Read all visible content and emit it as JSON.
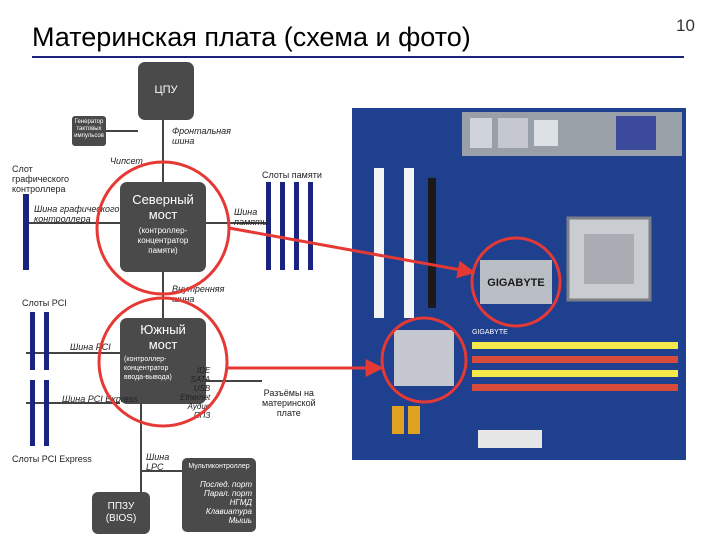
{
  "slide": {
    "title": "Материнская плата (схема и фото)",
    "number": "10"
  },
  "diagram": {
    "cpu": "ЦПУ",
    "clock_generator": [
      "Генератор",
      "тактовых",
      "импульсов"
    ],
    "front_bus": [
      "Фронтальная",
      "шина"
    ],
    "chipset": "Чипсет",
    "north_bridge": {
      "title": [
        "Северный",
        "мост"
      ],
      "subtitle": [
        "(контроллер-",
        "концентратор",
        "памяти)"
      ]
    },
    "south_bridge": {
      "title": [
        "Южный",
        "мост"
      ],
      "subtitle": [
        "(контроллер-",
        "концентратор",
        "ввода-вывода)"
      ]
    },
    "graphics_slot": [
      "Слот",
      "графического",
      "контроллера"
    ],
    "graphics_bus": [
      "Шина графического",
      "контроллера"
    ],
    "memory_slots": "Слоты памяти",
    "memory_bus": [
      "Шина",
      "памяти"
    ],
    "internal_bus": [
      "Внутренняя",
      "шина"
    ],
    "pci_slots": "Слоты PCI",
    "pci_bus": "Шина PCI",
    "pcie_bus": "Шина PCI Express",
    "pcie_slots": "Слоты PCI Express",
    "sb_interfaces": [
      "IDE",
      "SATA",
      "USB",
      "Ethernet",
      "Аудио",
      "ППЗ"
    ],
    "board_connectors": [
      "Разъёмы на",
      "материнской",
      "плате"
    ],
    "lpc_bus": [
      "Шина",
      "LPC"
    ],
    "multicontroller": "Мультиконтроллер",
    "multi_ports": [
      "Послед. порт",
      "Парал. порт",
      "НГМД",
      "Клавиатура",
      "Мышь"
    ],
    "bios": [
      "ППЗУ",
      "(BIOS)"
    ]
  },
  "photo": {
    "chip_brand": "GIGABYTE",
    "board_label": "GIGABYTE",
    "highlight_color": "#e53935",
    "board_color": "#1f3f8f"
  },
  "colors": {
    "box": "#4a4a4a",
    "bar": "#1a237e",
    "circle": "#e53935"
  }
}
